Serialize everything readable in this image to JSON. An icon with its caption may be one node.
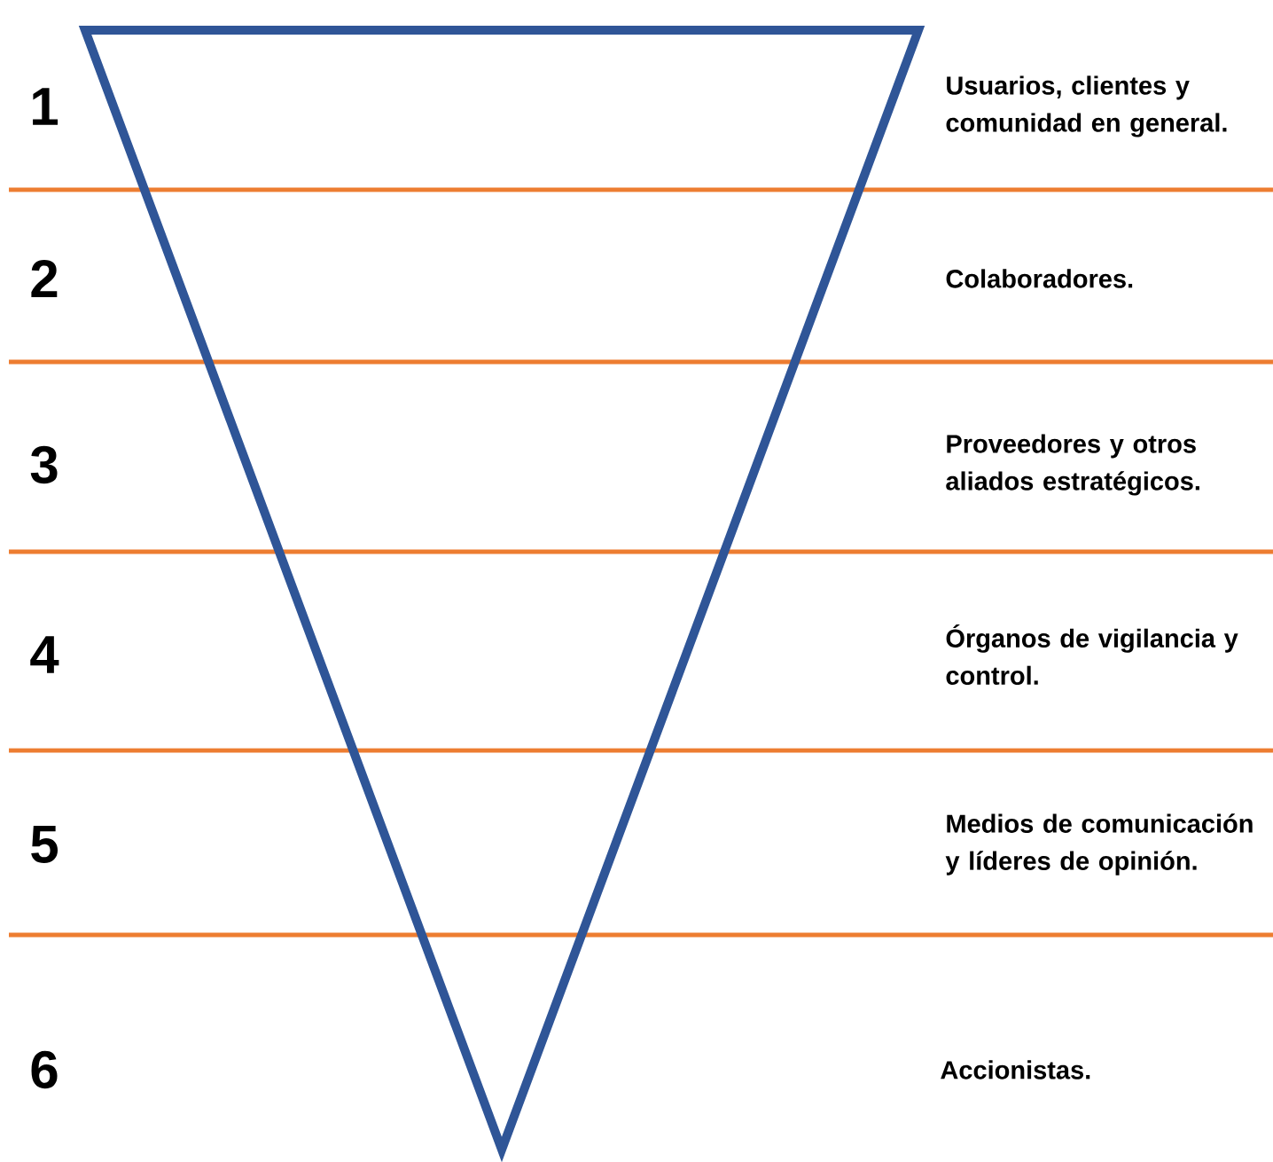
{
  "diagram": {
    "labels": [
      "1",
      "Usuarios, clientes y comunidad en general.",
      "2",
      "Colaboradores.",
      "3",
      "Proveedores y otros aliados estratégicos.",
      "4",
      "Órganos de vigilancia y control.",
      "5",
      "Medios de comunicación y líderes de opinión.",
      "6",
      "Accionistas."
    ]
  }
}
